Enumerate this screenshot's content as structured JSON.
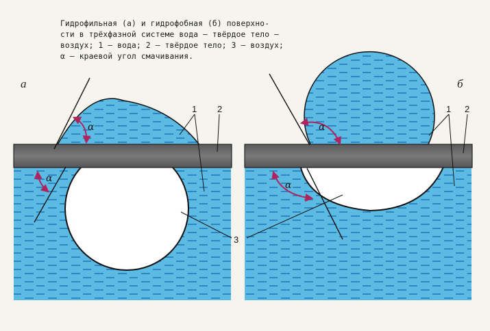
{
  "caption": {
    "lines": [
      "Гидрофильная (а) и гидрофобная (б) поверхно-",
      "сти в трёхфазной системе вода — твёрдое тело —",
      "воздух; 1 — вода; 2 — твёрдое тело; 3 — воздух;",
      "α — краевой угол смачивания."
    ]
  },
  "panels": {
    "a": {
      "label": "а",
      "alpha_top": "α",
      "alpha_bottom": "α",
      "num1": "1",
      "num2": "2"
    },
    "b": {
      "label": "б",
      "alpha_top": "α",
      "alpha_bottom": "α",
      "num1": "1",
      "num2": "2"
    }
  },
  "shared": {
    "num3": "3"
  },
  "colors": {
    "water": "#5bbbe3",
    "water_dash": "#1e6fb8",
    "solid": "#6b6b6b",
    "air": "#ffffff",
    "arrow": "#b0245e",
    "line": "#111111"
  }
}
